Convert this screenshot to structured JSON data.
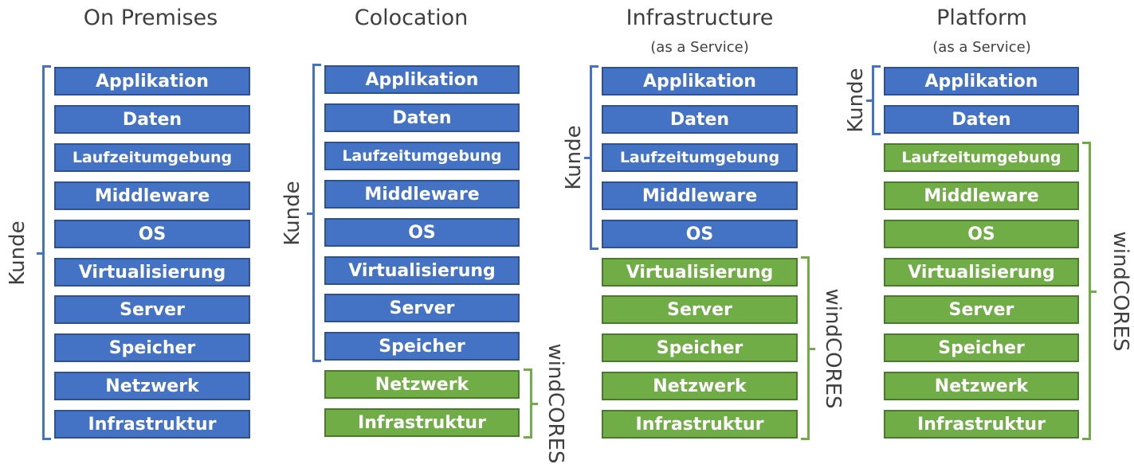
{
  "columns": [
    {
      "title": "On Premises",
      "subtitle": "",
      "layers": [
        {
          "label": "Applikation",
          "owner": "kunde"
        },
        {
          "label": "Daten",
          "owner": "kunde"
        },
        {
          "label": "Laufzeitumgebung",
          "owner": "kunde"
        },
        {
          "label": "Middleware",
          "owner": "kunde"
        },
        {
          "label": "OS",
          "owner": "kunde"
        },
        {
          "label": "Virtualisierung",
          "owner": "kunde"
        },
        {
          "label": "Server",
          "owner": "kunde"
        },
        {
          "label": "Speicher",
          "owner": "kunde"
        },
        {
          "label": "Netzwerk",
          "owner": "kunde"
        },
        {
          "label": "Infrastruktur",
          "owner": "kunde"
        }
      ],
      "kunde_label": "Kunde",
      "provider_label": ""
    },
    {
      "title": "Colocation",
      "subtitle": "",
      "layers": [
        {
          "label": "Applikation",
          "owner": "kunde"
        },
        {
          "label": "Daten",
          "owner": "kunde"
        },
        {
          "label": "Laufzeitumgebung",
          "owner": "kunde"
        },
        {
          "label": "Middleware",
          "owner": "kunde"
        },
        {
          "label": "OS",
          "owner": "kunde"
        },
        {
          "label": "Virtualisierung",
          "owner": "kunde"
        },
        {
          "label": "Server",
          "owner": "kunde"
        },
        {
          "label": "Speicher",
          "owner": "kunde"
        },
        {
          "label": "Netzwerk",
          "owner": "provider"
        },
        {
          "label": "Infrastruktur",
          "owner": "provider"
        }
      ],
      "kunde_label": "Kunde",
      "provider_label": "windCORES"
    },
    {
      "title": "Infrastructure",
      "subtitle": "(as a Service)",
      "layers": [
        {
          "label": "Applikation",
          "owner": "kunde"
        },
        {
          "label": "Daten",
          "owner": "kunde"
        },
        {
          "label": "Laufzeitumgebung",
          "owner": "kunde"
        },
        {
          "label": "Middleware",
          "owner": "kunde"
        },
        {
          "label": "OS",
          "owner": "kunde"
        },
        {
          "label": "Virtualisierung",
          "owner": "provider"
        },
        {
          "label": "Server",
          "owner": "provider"
        },
        {
          "label": "Speicher",
          "owner": "provider"
        },
        {
          "label": "Netzwerk",
          "owner": "provider"
        },
        {
          "label": "Infrastruktur",
          "owner": "provider"
        }
      ],
      "kunde_label": "Kunde",
      "provider_label": "windCORES"
    },
    {
      "title": "Platform",
      "subtitle": "(as a Service)",
      "layers": [
        {
          "label": "Applikation",
          "owner": "kunde"
        },
        {
          "label": "Daten",
          "owner": "kunde"
        },
        {
          "label": "Laufzeitumgebung",
          "owner": "provider"
        },
        {
          "label": "Middleware",
          "owner": "provider"
        },
        {
          "label": "OS",
          "owner": "provider"
        },
        {
          "label": "Virtualisierung",
          "owner": "provider"
        },
        {
          "label": "Server",
          "owner": "provider"
        },
        {
          "label": "Speicher",
          "owner": "provider"
        },
        {
          "label": "Netzwerk",
          "owner": "provider"
        },
        {
          "label": "Infrastruktur",
          "owner": "provider"
        }
      ],
      "kunde_label": "Kunde",
      "provider_label": "windCORES"
    }
  ],
  "colors": {
    "kunde": "#4472c4",
    "provider": "#70ad47"
  }
}
